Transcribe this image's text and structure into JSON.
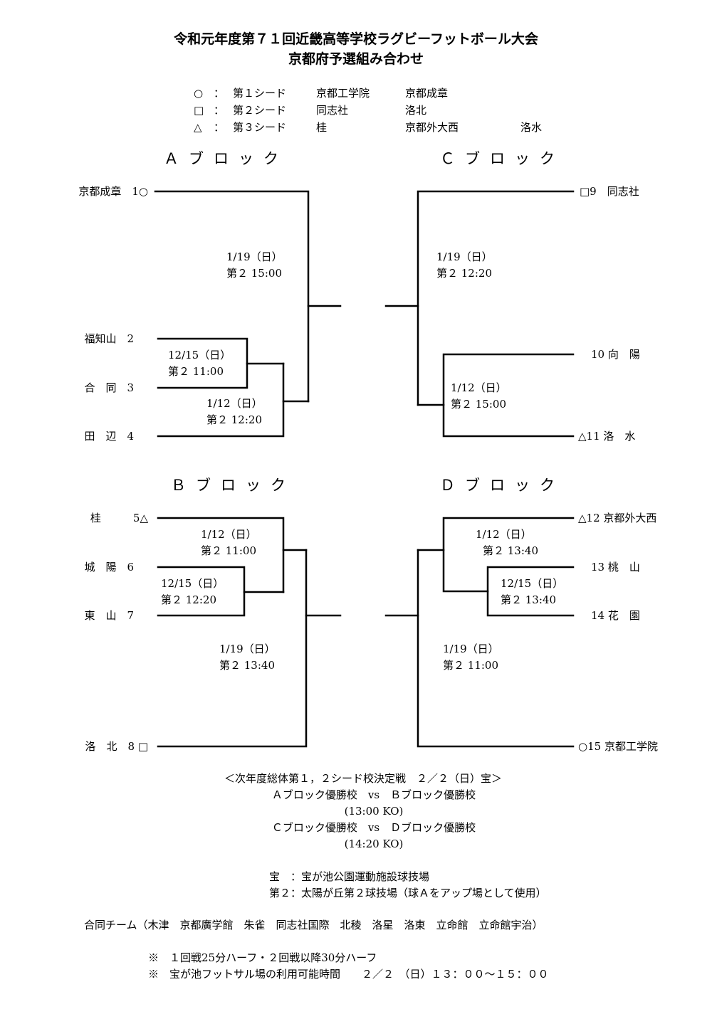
{
  "title": {
    "line1": "令和元年度第７１回近畿高等学校ラグビーフットボール大会",
    "line2": "京都府予選組み合わせ"
  },
  "seeds": [
    {
      "mark": "○",
      "sep": "：",
      "label": "第１シード",
      "teams": [
        "京都工学院",
        "京都成章",
        ""
      ]
    },
    {
      "mark": "□",
      "sep": "：",
      "label": "第２シード",
      "teams": [
        "同志社",
        "洛北",
        ""
      ]
    },
    {
      "mark": "△",
      "sep": "：",
      "label": "第３シード",
      "teams": [
        "桂",
        "京都外大西",
        "洛水"
      ]
    }
  ],
  "blocks": {
    "a": "Ａブロック",
    "b": "Ｂブロック",
    "c": "Ｃブロック",
    "d": "Ｄブロック"
  },
  "teams": {
    "t1": "京都成章　1○",
    "t2": "福知山　2",
    "t3": "合　同　3",
    "t4": "田　辺　4",
    "t5": "桂　　　5△",
    "t6": "城　陽　6",
    "t7": "東　山　7",
    "t8": "洛　北　8 □",
    "t9": "□9　同志社",
    "t10": "10 向　陽",
    "t11": "△11 洛　水",
    "t12": "△12 京都外大西",
    "t13": "13 桃　山",
    "t14": "14 花　園",
    "t15": "○15 京都工学院"
  },
  "matches": {
    "a_final": {
      "date": "1/19（日）",
      "venue": "第２ 15:00"
    },
    "a_r1": {
      "date": "12/15（日）",
      "venue": "第２ 11:00"
    },
    "a_r2": {
      "date": "1/12（日）",
      "venue": "第２ 12:20"
    },
    "c_final": {
      "date": "1/19（日）",
      "venue": "第２ 12:20"
    },
    "c_r2": {
      "date": "1/12（日）",
      "venue": "第２ 15:00"
    },
    "b_r2": {
      "date": "1/12（日）",
      "venue": "第２ 11:00"
    },
    "b_r1": {
      "date": "12/15（日）",
      "venue": "第２ 12:20"
    },
    "b_final": {
      "date": "1/19（日）",
      "venue": "第２ 13:40"
    },
    "d_r2": {
      "date": "1/12（日）",
      "venue": "第２ 13:40"
    },
    "d_r1": {
      "date": "12/15（日）",
      "venue": "第２ 13:40"
    },
    "d_final": {
      "date": "1/19（日）",
      "venue": "第２ 11:00"
    }
  },
  "final_section": {
    "heading": "＜次年度総体第１，２シード校決定戦　２／２（日）宝＞",
    "game1": "Ａブロック優勝校　vs　Ｂブロック優勝校",
    "game1_time": "(13:00 KO)",
    "game2": "Ｃブロック優勝校　vs　Ｄブロック優勝校",
    "game2_time": "(14:20 KO)"
  },
  "venues": {
    "v1": "宝　：宝が池公園運動施設球技場",
    "v2": "第２：太陽が丘第２球技場（球Ａをアップ場として使用）"
  },
  "joint_team": "合同チーム（木津　京都廣学館　朱雀　同志社国際　北稜　洛星　洛東　立命館　立命館宇治）",
  "notes": {
    "n1": "※　１回戦25分ハーフ・２回戦以降30分ハーフ",
    "n2": "※　宝が池フットサル場の利用可能時間　　２／２　（日）１３：００～１５：００"
  }
}
